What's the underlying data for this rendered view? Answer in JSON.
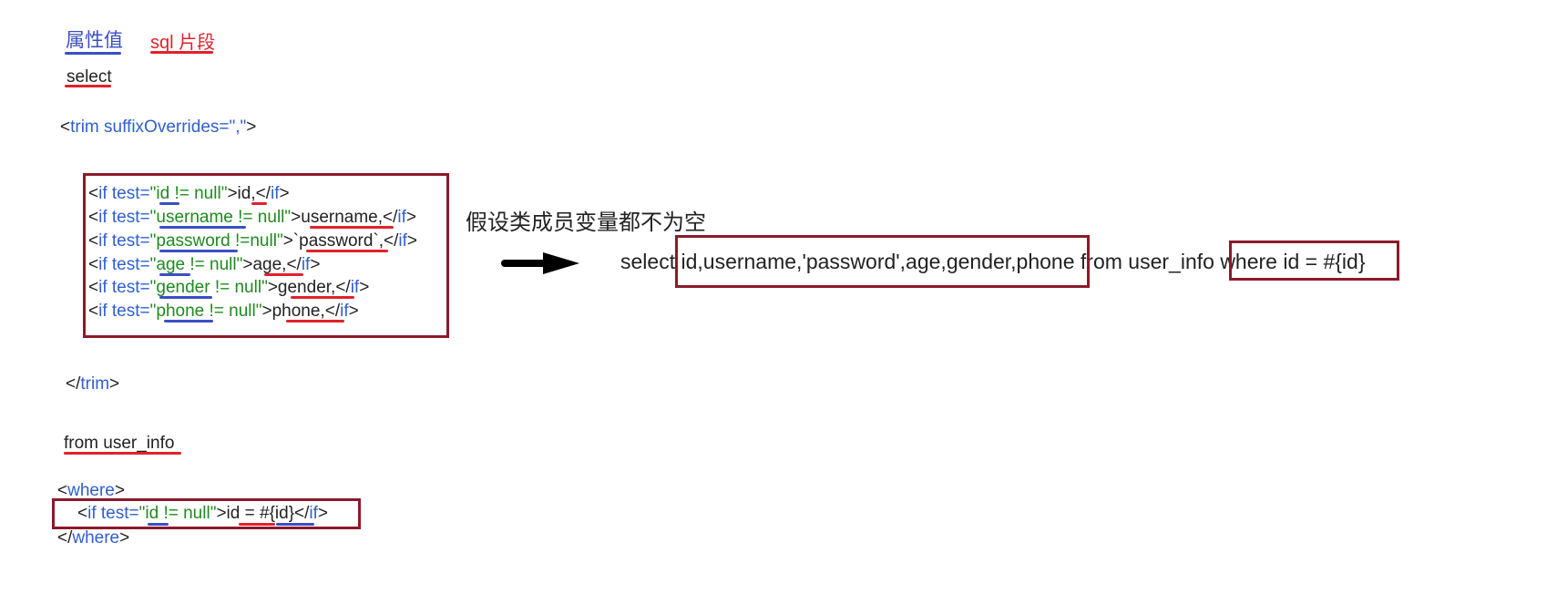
{
  "colors": {
    "tag_blue": "#2f5fd0",
    "value_green": "#1f8a1f",
    "text_black": "#222222",
    "underline_blue": "#3a4fc4",
    "underline_red": "#e0222b",
    "box": "#8b1a2b"
  },
  "legend": {
    "attr_label": "属性值",
    "sql_label": "sql 片段"
  },
  "sql": {
    "select": "select",
    "from": "from user_info"
  },
  "trim": {
    "open_tag": "trim",
    "attr": "suffixOverrides",
    "attr_value": "\",\"",
    "close_tag": "trim"
  },
  "if_lines": [
    {
      "var": "id",
      "cond": " != null",
      "content": "id,"
    },
    {
      "var": "username",
      "cond": " != null",
      "content": "username,"
    },
    {
      "var": "password",
      "cond": " !=null",
      "content": "`password`,"
    },
    {
      "var": "age",
      "cond": " != null",
      "content": "age,"
    },
    {
      "var": "gender",
      "cond": " != null",
      "content": "gender,"
    },
    {
      "var": "phone",
      "cond": " != null",
      "content": "phone,"
    }
  ],
  "where": {
    "open_tag": "where",
    "var": "id",
    "cond": " != null",
    "content_left": "id = ",
    "content_param": "#{id}",
    "close_tag": "where"
  },
  "code_tokens": {
    "if": "if",
    "test": "test=",
    "lt": "<",
    "gt": ">",
    "lt_slash": "</",
    "quote": "\""
  },
  "assumption": "假设类成员变量都不为空",
  "result": {
    "prefix": "select ",
    "columns": "id,username,'password',age,gender,phone",
    "from": " from user_info ",
    "where": "where id = #{id}"
  }
}
